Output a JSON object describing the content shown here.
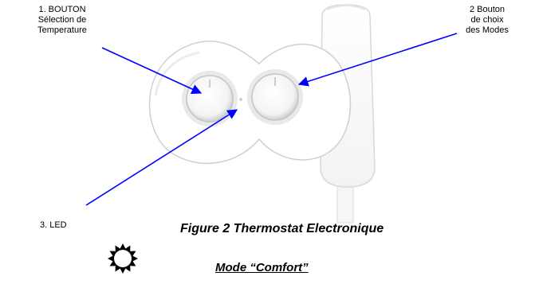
{
  "labels": {
    "button1": [
      "1. BOUTON",
      "Sélection de",
      "Temperature"
    ],
    "button2": [
      "2 Bouton",
      "de choix",
      "des Modes"
    ],
    "led": "3. LED"
  },
  "caption": "Figure 2 Thermostat Electronique",
  "mode": {
    "icon": "sun-icon",
    "text": "Mode “Comfort”"
  },
  "colors": {
    "arrow": "#0000ff",
    "device": "#ffffff",
    "outline": "#d6d6d6"
  }
}
